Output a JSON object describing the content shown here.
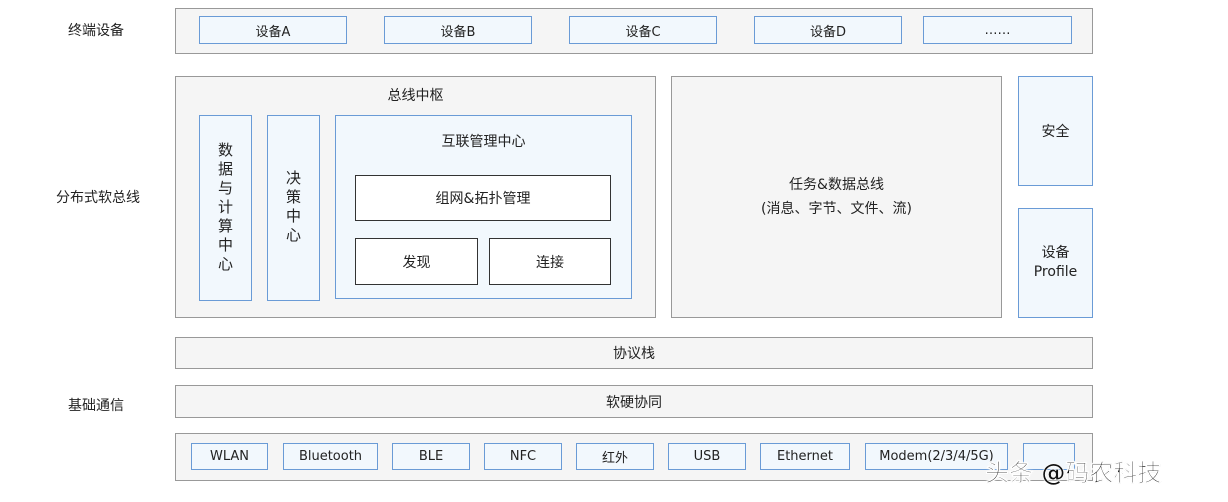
{
  "row_labels": {
    "terminal": "终端设备",
    "softbus": "分布式软总线",
    "comm": "基础通信"
  },
  "devices": [
    "设备A",
    "设备B",
    "设备C",
    "设备D",
    "……"
  ],
  "bus_hub": {
    "title": "总线中枢",
    "data_compute": "数据与计算中心",
    "decision": "决策中心",
    "interconnect": {
      "title": "互联管理中心",
      "networking": "组网&拓扑管理",
      "discovery": "发现",
      "connection": "连接"
    }
  },
  "task_bus": {
    "line1": "任务&数据总线",
    "line2": "(消息、字节、文件、流)"
  },
  "security": "安全",
  "device_profile": {
    "line1": "设备",
    "line2": "Profile"
  },
  "protocol_stack": "协议栈",
  "hw_sw": "软硬协同",
  "comm_items": [
    "WLAN",
    "Bluetooth",
    "BLE",
    "NFC",
    "红外",
    "USB",
    "Ethernet",
    "Modem(2/3/4/5G)",
    ""
  ],
  "watermark": "头条 @码农科技"
}
